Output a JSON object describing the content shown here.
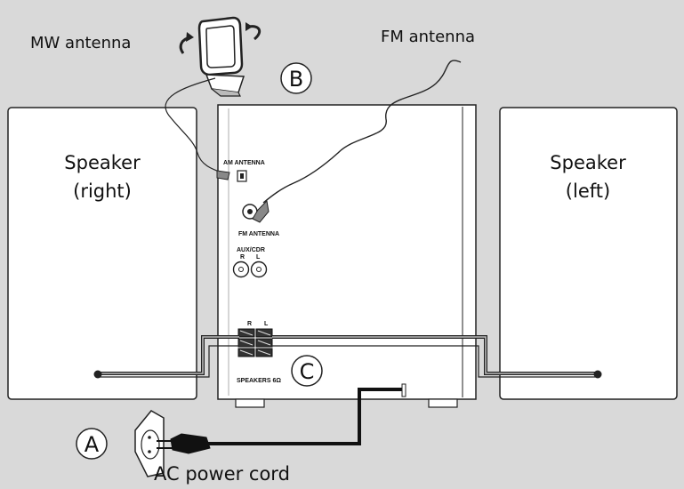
{
  "labels": {
    "mw_antenna": "MW antenna",
    "fm_antenna": "FM antenna",
    "speaker_right_line1": "Speaker",
    "speaker_right_line2": "(right)",
    "speaker_left_line1": "Speaker",
    "speaker_left_line2": "(left)",
    "ac_power_cord": "AC power cord"
  },
  "markers": {
    "a": "A",
    "b": "B",
    "c": "C"
  },
  "panel": {
    "am_antenna": "AM ANTENNA",
    "fm_antenna": "FM ANTENNA",
    "aux_cdr": "AUX/CDR",
    "aux_r": "R",
    "aux_l": "L",
    "spk_r": "R",
    "spk_l": "L",
    "speakers": "SPEAKERS 6Ω"
  },
  "colors": {
    "background": "#d9d9d9",
    "panel_fill": "#ffffff",
    "line": "#222222",
    "cord": "#111111"
  }
}
